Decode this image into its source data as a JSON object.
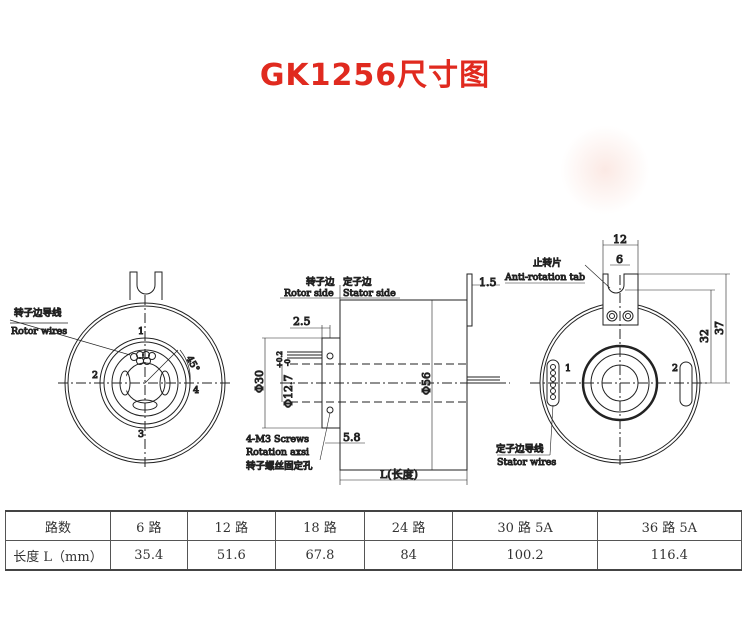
{
  "title": "GK1256尺寸图",
  "drawing": {
    "rotor_wires_cn": "转子边导线",
    "rotor_wires_en": "Rotor wires",
    "angle": "45°",
    "positions": [
      "1",
      "2",
      "3",
      "4"
    ],
    "rotor_side_cn": "转子边",
    "stator_side_cn": "定子边",
    "rotor_side_en": "Rotor side",
    "stator_side_en": "Stator side",
    "dim_2_5": "2.5",
    "dim_1_5": "1.5",
    "dim_d30": "Φ30",
    "dim_d12_7": "Φ12.7",
    "tol_plus": "+0.2",
    "tol_minus": "-0",
    "dim_d56": "Φ56",
    "dim_5_8": "5.8",
    "dim_L": "L(长度)",
    "screws_en1": "4-M3 Screws",
    "screws_en2": "Rotation axsi",
    "screws_cn": "转子螺丝固定孔",
    "tab_cn": "止转片",
    "tab_en": "Anti-rotation tab",
    "dim_12": "12",
    "dim_6": "6",
    "dim_32": "32",
    "dim_37": "37",
    "slot_1": "1",
    "slot_2": "2",
    "stator_wires_cn": "定子边导线",
    "stator_wires_en": "Stator wires"
  },
  "table": {
    "header": [
      "路数",
      "6 路",
      "12 路",
      "18 路",
      "24 路",
      "30 路 5A",
      "36 路 5A"
    ],
    "row": [
      "长度 L（mm）",
      "35.4",
      "51.6",
      "67.8",
      "84",
      "100.2",
      "116.4"
    ]
  },
  "colors": {
    "title": "#e02a1f",
    "line": "#222222"
  }
}
